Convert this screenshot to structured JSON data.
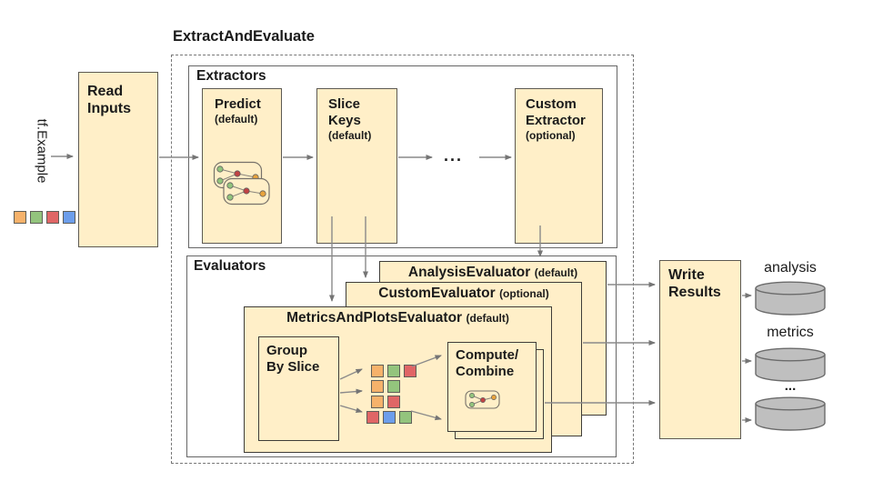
{
  "title": "ExtractAndEvaluate",
  "palette": {
    "orange": "#F6B26B",
    "green": "#93C47D",
    "red": "#E06666",
    "blue": "#6D9EEB",
    "box_fill": "#FFEFC8",
    "cylinder_fill": "#BFBFBF",
    "node_red": "#C14343",
    "node_yellow": "#E8A33D"
  },
  "input": {
    "label": "tf.Example",
    "legend_colors": [
      "orange",
      "green",
      "red",
      "blue"
    ]
  },
  "read_inputs": {
    "lines": [
      "Read",
      "Inputs"
    ]
  },
  "extractors": {
    "label": "Extractors",
    "predict": {
      "name": "Predict",
      "tag": "(default)"
    },
    "slice_keys": {
      "lines": [
        "Slice",
        "Keys"
      ],
      "tag": "(default)"
    },
    "ellipsis": "...",
    "custom": {
      "lines": [
        "Custom",
        "Extractor"
      ],
      "tag": "(optional)"
    }
  },
  "evaluators": {
    "label": "Evaluators",
    "analysis": {
      "name": "AnalysisEvaluator",
      "tag": "(default)"
    },
    "custom": {
      "name": "CustomEvaluator",
      "tag": "(optional)"
    },
    "metrics_plots": {
      "name": "MetricsAndPlotsEvaluator",
      "tag": "(default)",
      "group_by_slice": {
        "lines": [
          "Group",
          "By Slice"
        ]
      },
      "compute_combine": {
        "lines": [
          "Compute/",
          "Combine"
        ]
      },
      "slice_grid": {
        "rows": [
          [
            "orange",
            "green",
            "red"
          ],
          [
            "orange",
            "green"
          ],
          [
            "orange",
            "red"
          ],
          [
            "red",
            "blue",
            "green"
          ]
        ]
      }
    }
  },
  "write_results": {
    "lines": [
      "Write",
      "Results"
    ]
  },
  "outputs": [
    {
      "label": "analysis"
    },
    {
      "label": "metrics"
    },
    {
      "label": "..."
    }
  ]
}
